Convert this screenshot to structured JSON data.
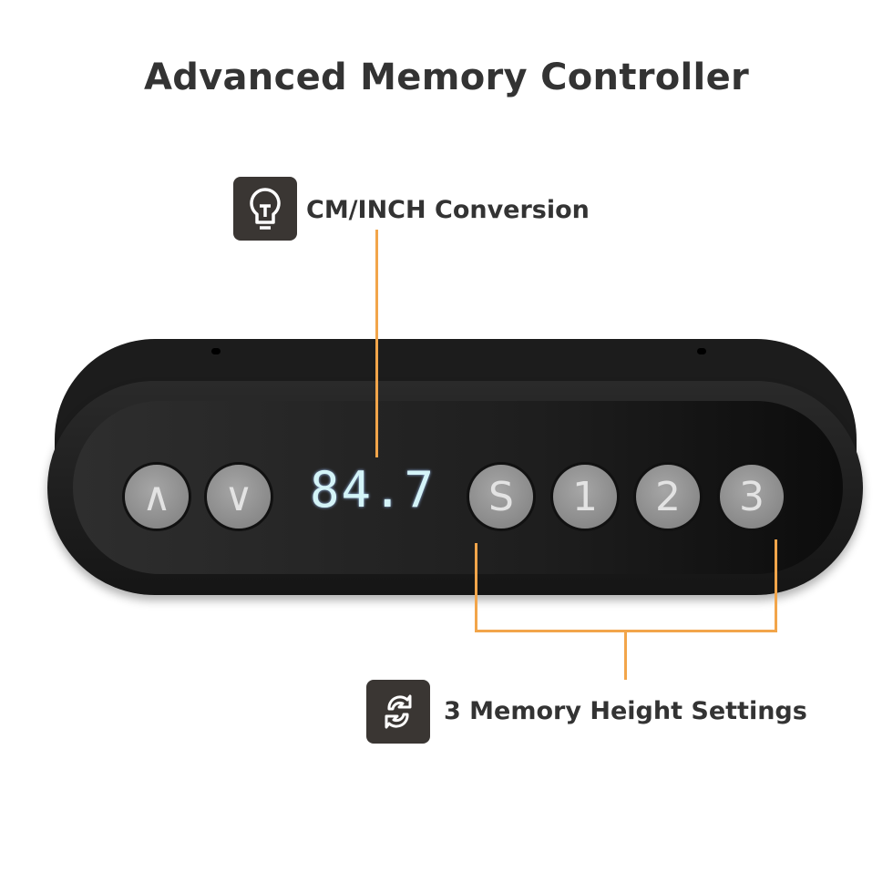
{
  "title": "Advanced Memory Controller",
  "callouts": [
    {
      "icon": "lightbulb-icon",
      "label": "CM/INCH Conversion"
    },
    {
      "icon": "sync-arrows-icon",
      "label": "3 Memory Height Settings"
    }
  ],
  "controller": {
    "display_value": "84.7",
    "buttons": [
      {
        "name": "up",
        "label": "∧"
      },
      {
        "name": "down",
        "label": "∨"
      },
      {
        "name": "save",
        "label": "S"
      },
      {
        "name": "memory-1",
        "label": "1"
      },
      {
        "name": "memory-2",
        "label": "2"
      },
      {
        "name": "memory-3",
        "label": "3"
      }
    ]
  },
  "colors": {
    "accent": "#f2a54a",
    "icon_bg": "#3a3633",
    "text": "#333333"
  }
}
